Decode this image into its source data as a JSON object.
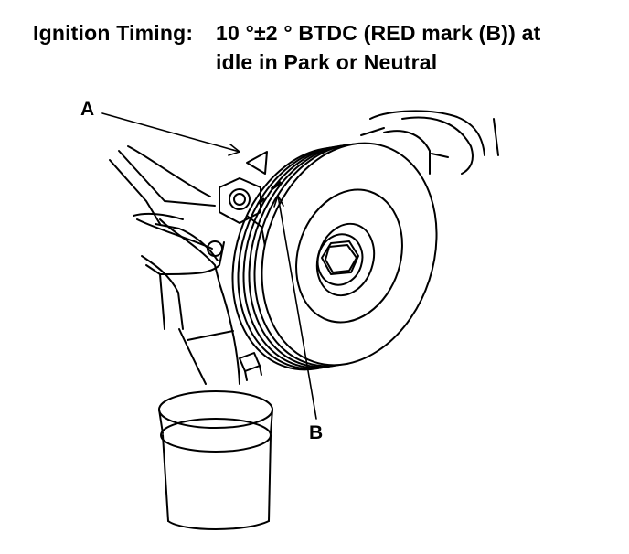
{
  "spec": {
    "label": "Ignition Timing:",
    "value_line1": "10 °±2 ° BTDC (RED mark (B)) at",
    "value_line2": "idle in Park or Neutral"
  },
  "callouts": {
    "a": "A",
    "b": "B"
  },
  "colors": {
    "ink": "#000000",
    "paper": "#ffffff"
  }
}
